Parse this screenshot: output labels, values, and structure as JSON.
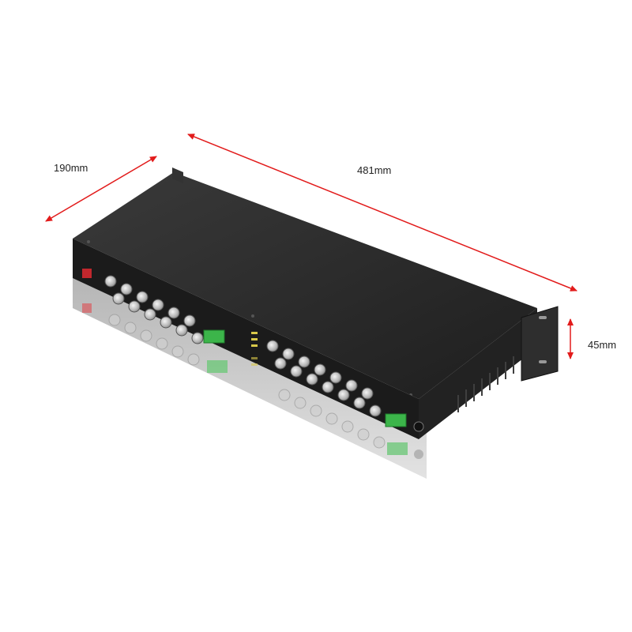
{
  "dimensions": {
    "depth": "190mm",
    "width": "481mm",
    "height": "45mm"
  },
  "colors": {
    "arrow": "#e21b1b",
    "chassis_top": "#2b2b2b",
    "chassis_front": "#1c1c1c",
    "bracket": "#3a3a3a",
    "bnc_metal": "#c9c9c9",
    "terminal_green": "#3cb54a",
    "reflection": "#8d8d8d"
  },
  "product": {
    "type": "rack-mount fiber video converter",
    "icons": [
      "bnc-connector-icon",
      "terminal-block-icon",
      "fiber-port-icon",
      "power-jack-icon"
    ]
  }
}
